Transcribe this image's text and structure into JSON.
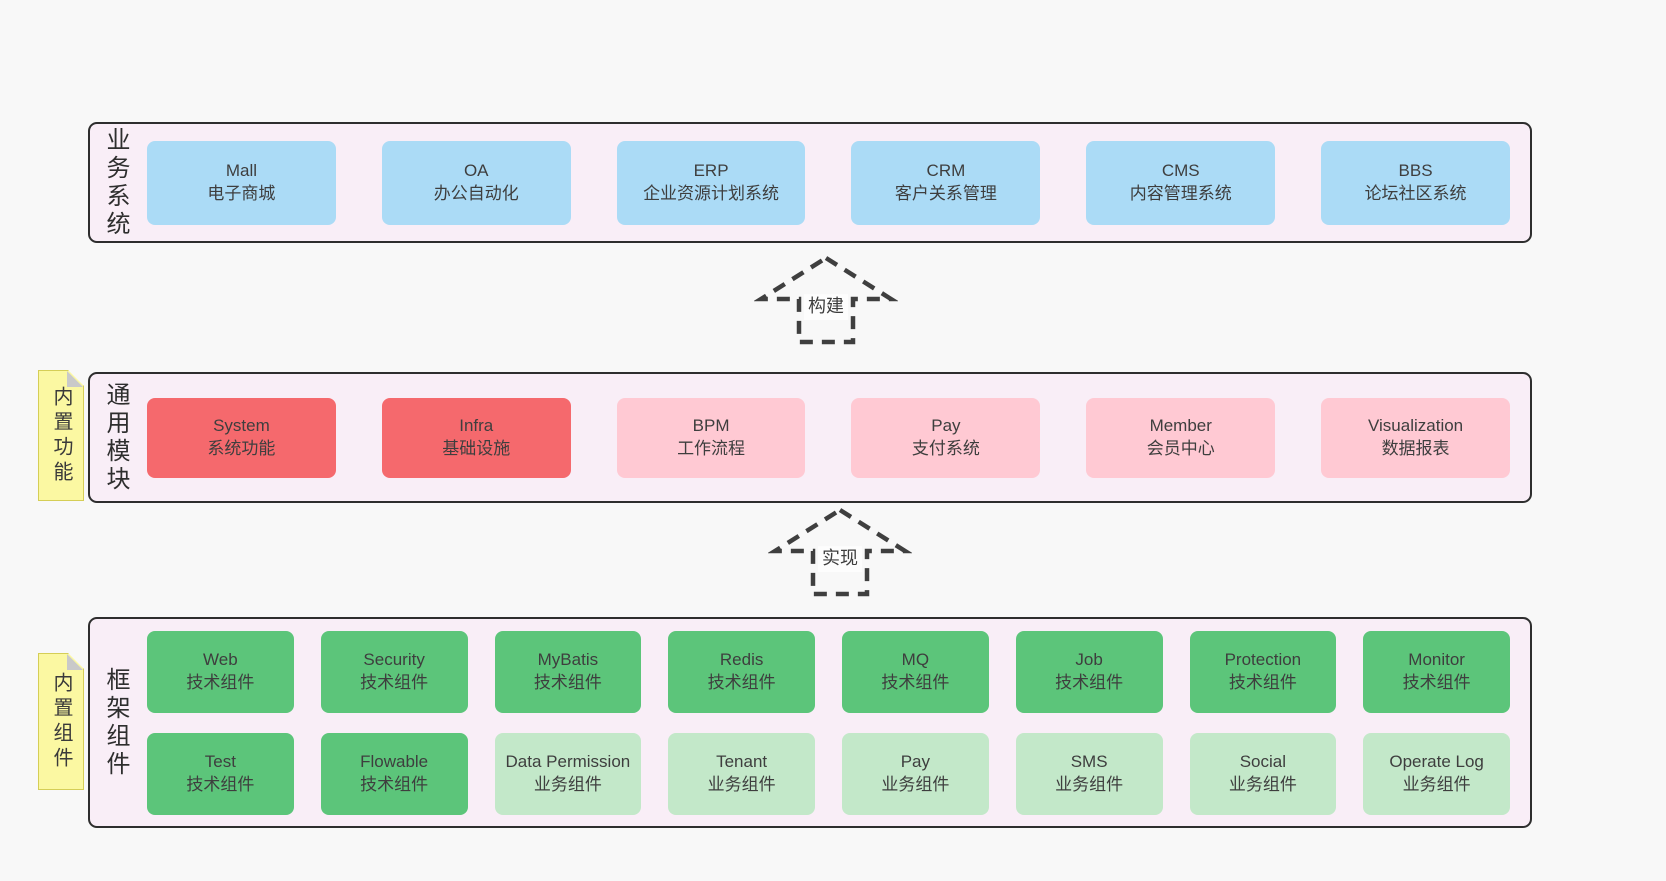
{
  "colors": {
    "blue": "#abdbf6",
    "red": "#f5696d",
    "pink": "#ffc9d3",
    "green": "#5cc57a",
    "lightgreen": "#c3e8c9",
    "panel_bg": "#f9eef7",
    "panel_border": "#2e2e2e",
    "note_bg": "#fbf8a2",
    "note_fold": "#c9c9c9",
    "page_bg": "#f8f8f8",
    "text": "#3e3e3e"
  },
  "arrows": [
    {
      "label": "构建"
    },
    {
      "label": "实现"
    }
  ],
  "notes": [
    {
      "text": "内置功能"
    },
    {
      "text": "内置组件"
    }
  ],
  "sections": [
    {
      "label": "业务系统",
      "boxes": [
        {
          "name": "mall",
          "en": "Mall",
          "zh": "电子商城",
          "variant": "blue"
        },
        {
          "name": "oa",
          "en": "OA",
          "zh": "办公自动化",
          "variant": "blue"
        },
        {
          "name": "erp",
          "en": "ERP",
          "zh": "企业资源计划系统",
          "variant": "blue"
        },
        {
          "name": "crm",
          "en": "CRM",
          "zh": "客户关系管理",
          "variant": "blue"
        },
        {
          "name": "cms",
          "en": "CMS",
          "zh": "内容管理系统",
          "variant": "blue"
        },
        {
          "name": "bbs",
          "en": "BBS",
          "zh": "论坛社区系统",
          "variant": "blue"
        }
      ]
    },
    {
      "label": "通用模块",
      "boxes": [
        {
          "name": "system",
          "en": "System",
          "zh": "系统功能",
          "variant": "red"
        },
        {
          "name": "infra",
          "en": "Infra",
          "zh": "基础设施",
          "variant": "red"
        },
        {
          "name": "bpm",
          "en": "BPM",
          "zh": "工作流程",
          "variant": "pink"
        },
        {
          "name": "pay",
          "en": "Pay",
          "zh": "支付系统",
          "variant": "pink"
        },
        {
          "name": "member",
          "en": "Member",
          "zh": "会员中心",
          "variant": "pink"
        },
        {
          "name": "visualization",
          "en": "Visualization",
          "zh": "数据报表",
          "variant": "pink"
        }
      ]
    },
    {
      "label": "框架组件",
      "boxes": [
        {
          "name": "web",
          "en": "Web",
          "zh": "技术组件",
          "variant": "green"
        },
        {
          "name": "security",
          "en": "Security",
          "zh": "技术组件",
          "variant": "green"
        },
        {
          "name": "mybatis",
          "en": "MyBatis",
          "zh": "技术组件",
          "variant": "green"
        },
        {
          "name": "redis",
          "en": "Redis",
          "zh": "技术组件",
          "variant": "green"
        },
        {
          "name": "mq",
          "en": "MQ",
          "zh": "技术组件",
          "variant": "green"
        },
        {
          "name": "job",
          "en": "Job",
          "zh": "技术组件",
          "variant": "green"
        },
        {
          "name": "protection",
          "en": "Protection",
          "zh": "技术组件",
          "variant": "green"
        },
        {
          "name": "monitor",
          "en": "Monitor",
          "zh": "技术组件",
          "variant": "green"
        },
        {
          "name": "test",
          "en": "Test",
          "zh": "技术组件",
          "variant": "green"
        },
        {
          "name": "flowable",
          "en": "Flowable",
          "zh": "技术组件",
          "variant": "green"
        },
        {
          "name": "data-permission",
          "en": "Data Permission",
          "zh": "业务组件",
          "variant": "lightgreen"
        },
        {
          "name": "tenant",
          "en": "Tenant",
          "zh": "业务组件",
          "variant": "lightgreen"
        },
        {
          "name": "pay-biz",
          "en": "Pay",
          "zh": "业务组件",
          "variant": "lightgreen"
        },
        {
          "name": "sms",
          "en": "SMS",
          "zh": "业务组件",
          "variant": "lightgreen"
        },
        {
          "name": "social",
          "en": "Social",
          "zh": "业务组件",
          "variant": "lightgreen"
        },
        {
          "name": "operate-log",
          "en": "Operate Log",
          "zh": "业务组件",
          "variant": "lightgreen"
        }
      ]
    }
  ]
}
